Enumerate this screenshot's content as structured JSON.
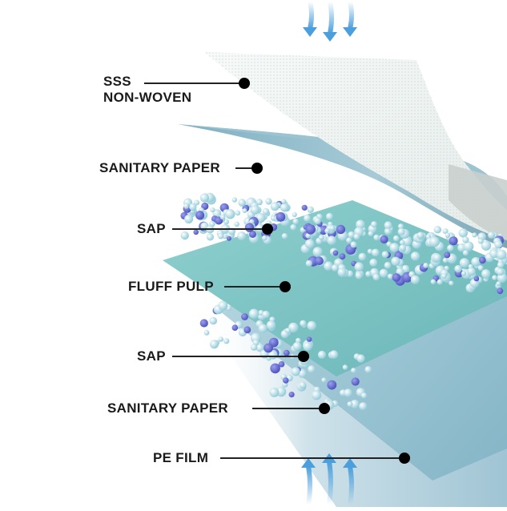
{
  "diagram": {
    "title": "Layered absorbent product structure",
    "flow_top": {
      "direction": "down",
      "count": 3,
      "icon": "arrow-down-icon"
    },
    "flow_bottom": {
      "direction": "up",
      "count": 3,
      "icon": "arrow-up-icon"
    },
    "colors": {
      "arrow": "#4a9fdc",
      "nonwoven": "#eef3f1",
      "nonwoven_underside": "#c9cfcd",
      "sanitary_paper": "#8fbccb",
      "fluff_pulp": "#7cc3c4",
      "sap_light": "#cfeef2",
      "sap_mid": "#8cc8d6",
      "sap_dark": "#5a5fc8",
      "pe_film": "#a9cbd9",
      "dot": "#000000",
      "text": "#1a1a1a"
    },
    "layers": [
      {
        "id": "sss-nonwoven",
        "label_line1": "SSS",
        "label_line2": "NON-WOVEN"
      },
      {
        "id": "sanitary-paper-top",
        "label": "SANITARY PAPER"
      },
      {
        "id": "sap-top",
        "label": "SAP"
      },
      {
        "id": "fluff-pulp",
        "label": "FLUFF PULP"
      },
      {
        "id": "sap-bottom",
        "label": "SAP"
      },
      {
        "id": "sanitary-paper-bottom",
        "label": "SANITARY PAPER"
      },
      {
        "id": "pe-film",
        "label": "PE FILM"
      }
    ]
  }
}
